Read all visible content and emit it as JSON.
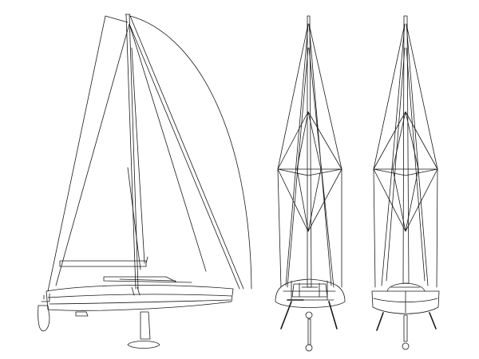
{
  "drawing": {
    "stroke_color": "#1a1a1a",
    "background_color": "#ffffff",
    "views": [
      "side-profile",
      "front-view",
      "rear-view"
    ]
  }
}
